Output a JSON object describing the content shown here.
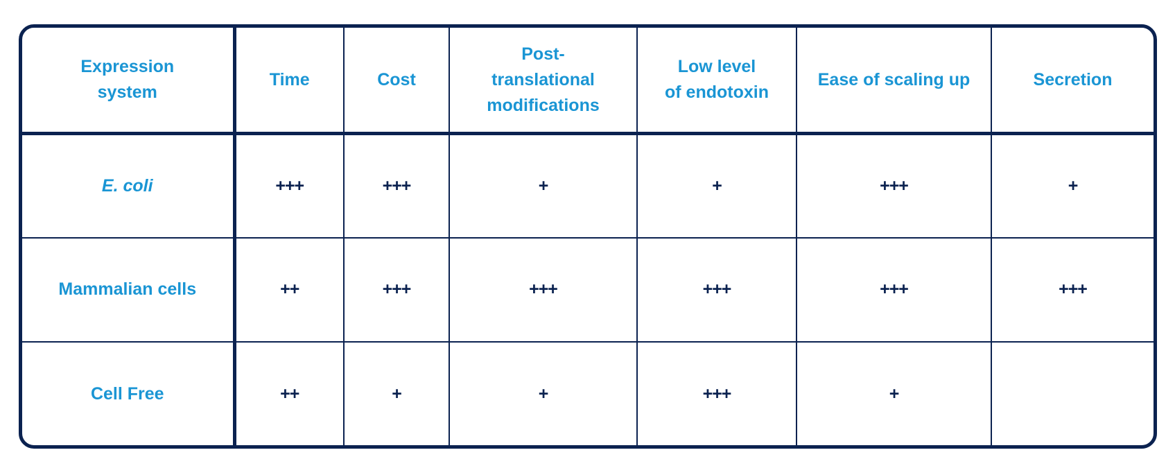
{
  "chart_data": {
    "type": "table",
    "columns": [
      "Expression system",
      "Time",
      "Cost",
      "Post-translational modifications",
      "Low level of endotoxin",
      "Ease of scaling up",
      "Secretion"
    ],
    "rows": [
      {
        "system": "E. coli",
        "italic": true,
        "values": [
          "+++",
          "+++",
          "+",
          "+",
          "+++",
          "+"
        ]
      },
      {
        "system": "Mammalian cells",
        "italic": false,
        "values": [
          "++",
          "+++",
          "+++",
          "+++",
          "+++",
          "+++"
        ]
      },
      {
        "system": "Cell Free",
        "italic": false,
        "values": [
          "++",
          "+",
          "+",
          "+++",
          "+",
          ""
        ]
      }
    ]
  },
  "colors": {
    "accent": "#1a95d4",
    "border": "#0b2250",
    "value_text": "#0b2250"
  }
}
